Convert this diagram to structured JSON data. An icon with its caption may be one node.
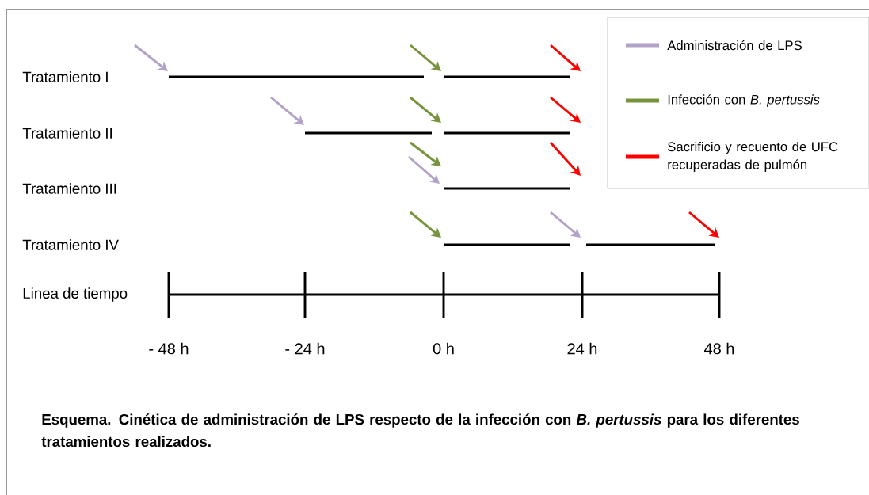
{
  "diagram": {
    "caption": "Esquema. Cinética de administración de LPS respecto de la infección con *B. pertussis* para los diferentes tratamientos realizados.",
    "labels": [
      "Tratamiento I",
      "Tratamiento II",
      "Tratamiento III",
      "Tratamiento IV",
      "Linea de tiempo",
      "- 48 h",
      "- 24 h",
      "0 h",
      "24 h",
      "48 h"
    ],
    "legend": [
      {
        "text": "Administración de LPS",
        "color": "#b3a2c7"
      },
      {
        "text": "Infección con *B. pertussis*",
        "color": "#77933c"
      },
      {
        "text": "Sacrificio y recuento de UFC recuperadas de pulmón",
        "color": "#ff0000"
      }
    ]
  }
}
